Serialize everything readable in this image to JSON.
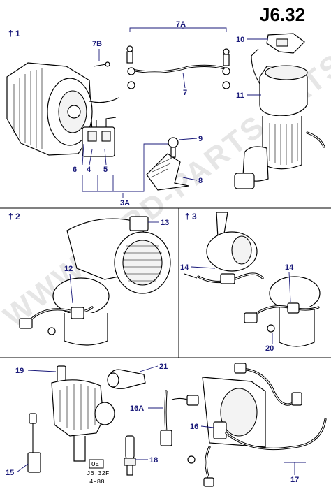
{
  "page_code": "J6.32",
  "ref_code": "J6.32F",
  "ref_date": "4-88",
  "ref_badge": "OE",
  "watermark": "WWW.FORD-PARTS.CATS.RU",
  "sections": [
    {
      "id": "s1",
      "label": "† 1"
    },
    {
      "id": "s2",
      "label": "† 2"
    },
    {
      "id": "s3",
      "label": "† 3"
    }
  ],
  "callouts": {
    "c7A": "7A",
    "c7B": "7B",
    "c7": "7",
    "c10": "10",
    "c11": "11",
    "c9": "9",
    "c8": "8",
    "c6": "6",
    "c4": "4",
    "c5": "5",
    "c3A": "3A",
    "c13": "13",
    "c12": "12",
    "c14a": "14",
    "c14b": "14",
    "c20": "20",
    "c19": "19",
    "c21": "21",
    "c16A": "16A",
    "c16": "16",
    "c15": "15",
    "c18": "18",
    "c17": "17"
  },
  "colors": {
    "callout": "#1a1a7a",
    "line": "#000000"
  }
}
